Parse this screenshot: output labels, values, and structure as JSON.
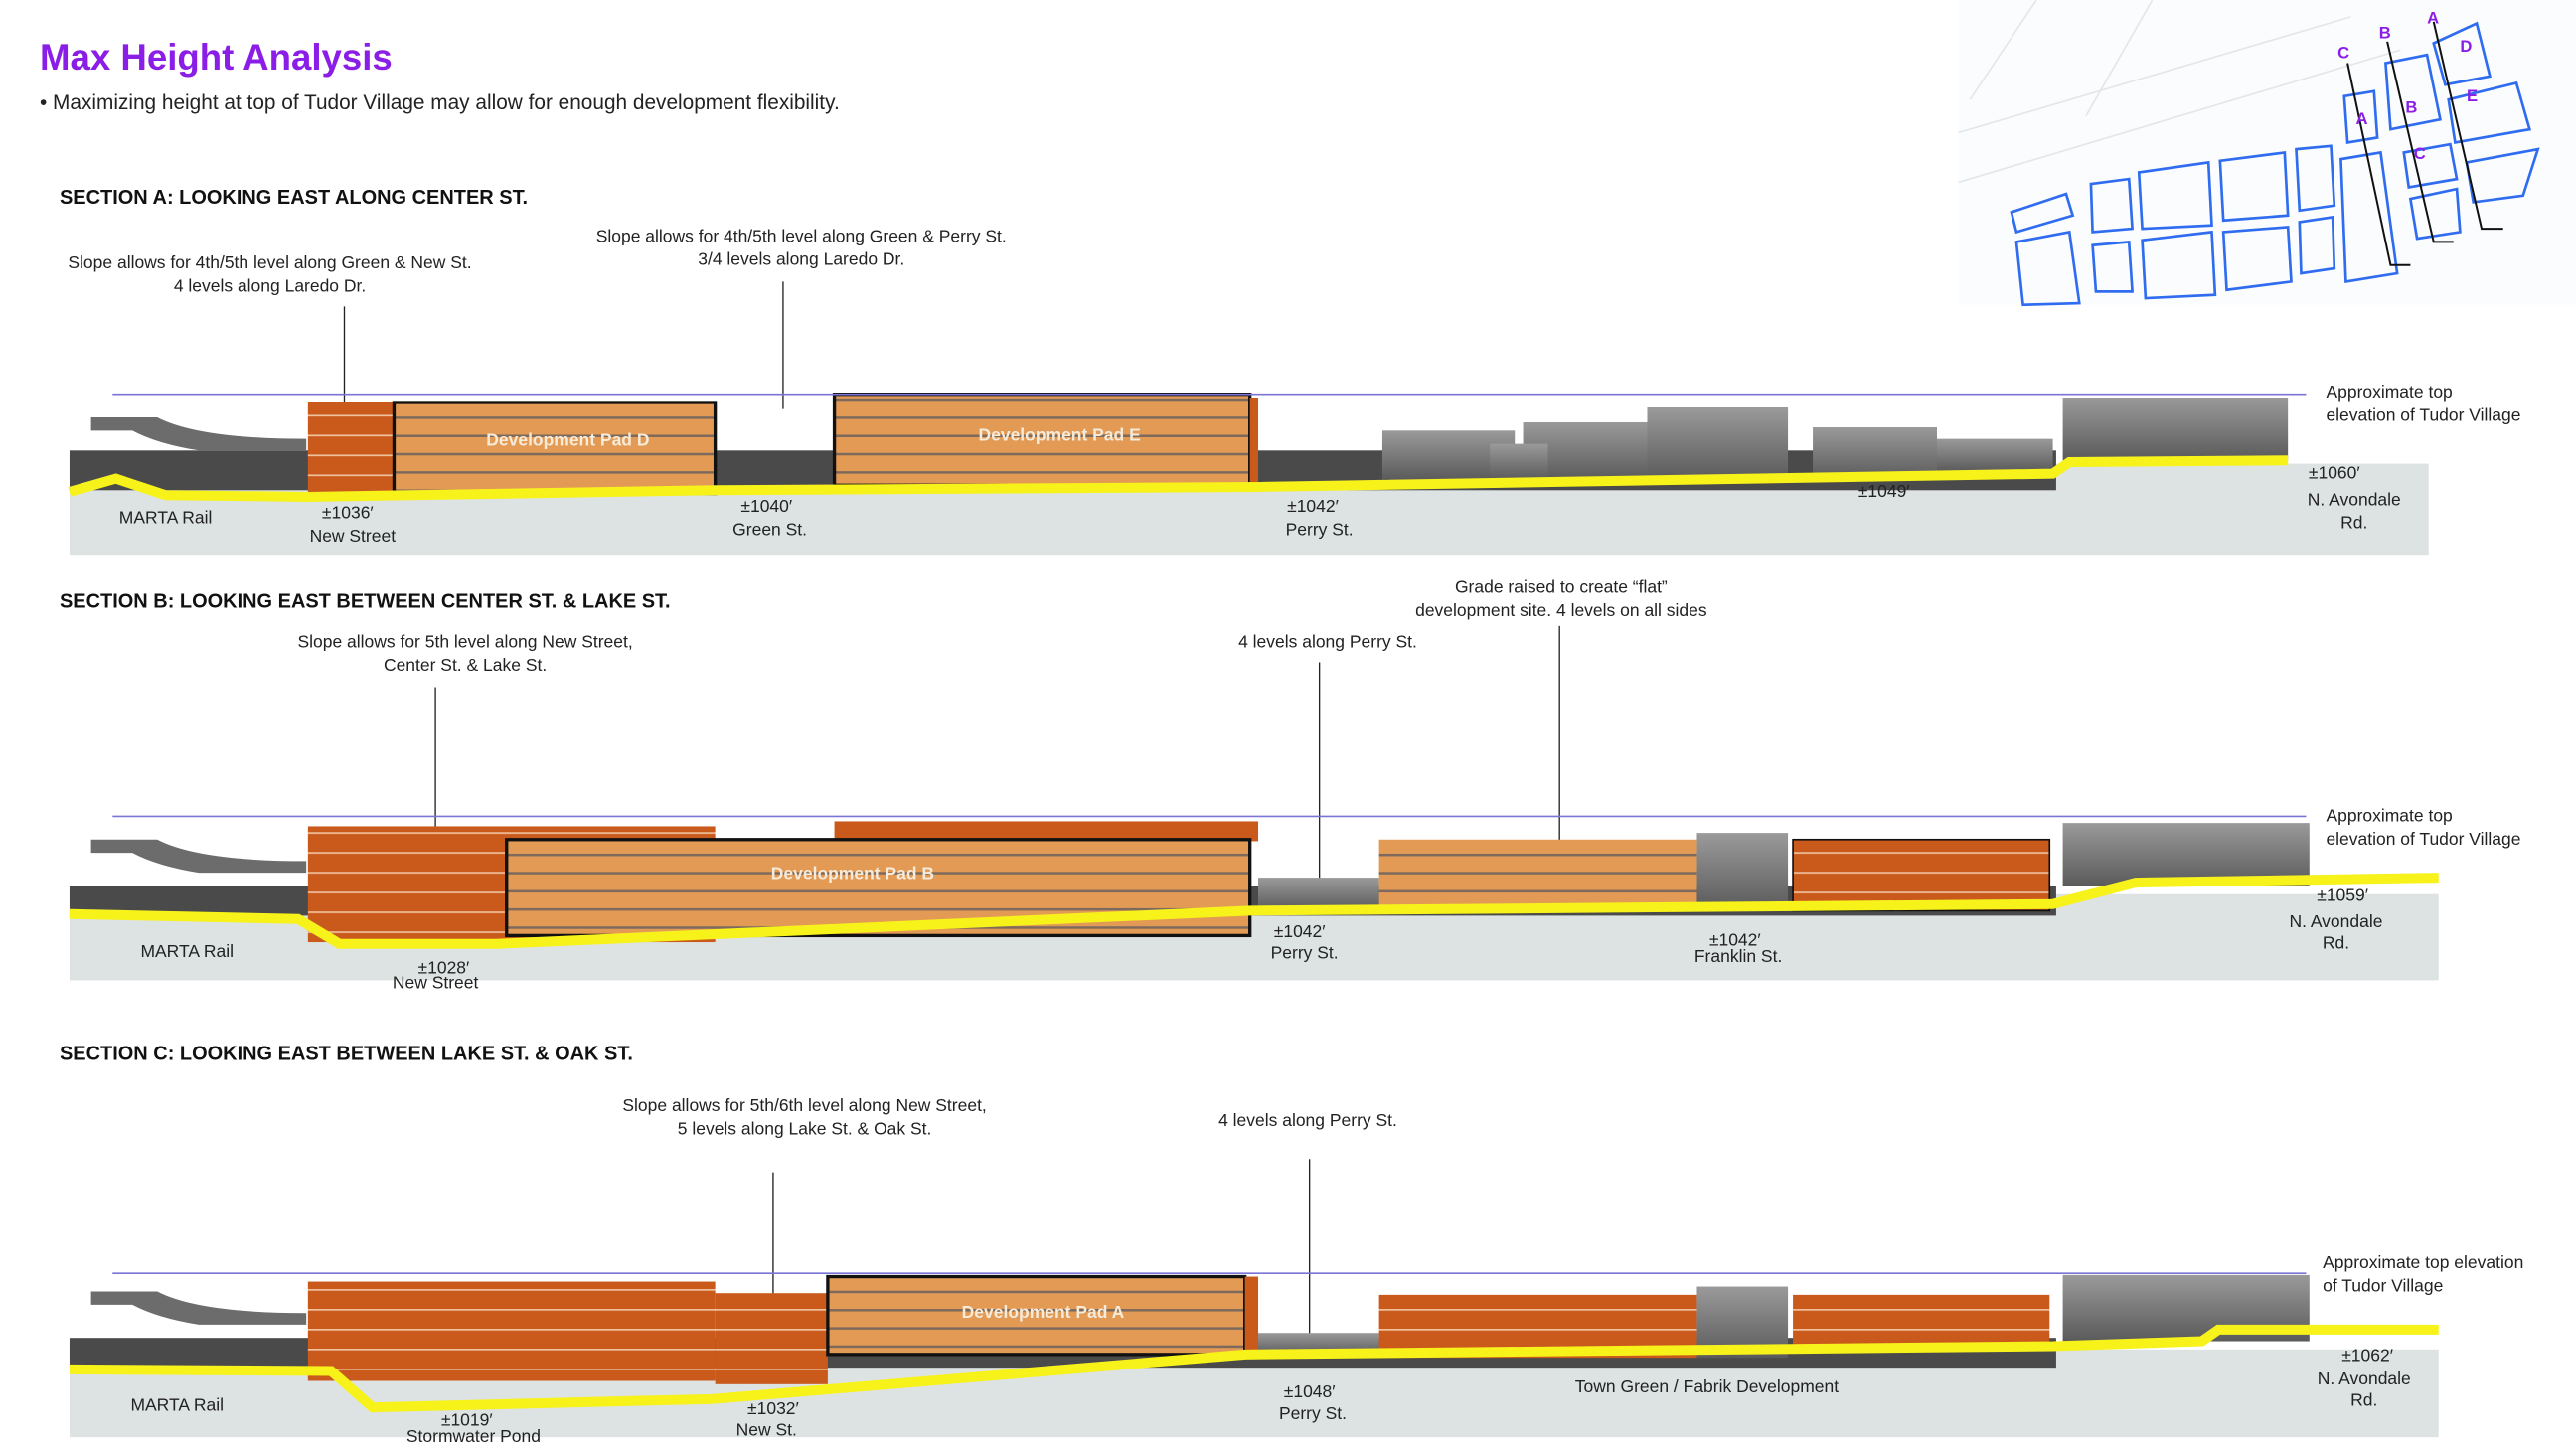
{
  "header": {
    "title": "Max Height Analysis",
    "bullet": "• Maximizing height at top of Tudor Village may allow for enough development flexibility."
  },
  "colors": {
    "title": "#8b1ee6",
    "grade_line": "#f7f21a",
    "top_line": "#7b74d6",
    "pad": "#e39a55",
    "building_dark": "#c95a1c",
    "ground": "#dde3e3"
  },
  "key_map": {
    "labels": [
      "A",
      "B",
      "C",
      "D",
      "E",
      "A",
      "B",
      "C"
    ]
  },
  "section_a": {
    "heading": "SECTION A: LOOKING EAST ALONG CENTER ST.",
    "note1": [
      "Slope allows for 4th/5th level along Green & New St.",
      "4 levels along Laredo Dr."
    ],
    "note2": [
      "Slope allows for 4th/5th level along Green & Perry St.",
      "3/4 levels along Laredo Dr."
    ],
    "pads": [
      "Development Pad D",
      "Development Pad E"
    ],
    "top_label": [
      "Approximate top",
      "elevation of Tudor Village"
    ],
    "labels": {
      "marta": "MARTA Rail",
      "new_elev": "±1036′",
      "new_name": "New Street",
      "green_elev": "±1040′",
      "green_name": "Green St.",
      "perry_elev": "±1042′",
      "perry_name": "Perry St.",
      "mid_elev": "±1049′",
      "avondale_elev": "±1060′",
      "avondale_name1": "N. Avondale",
      "avondale_name2": "Rd."
    }
  },
  "section_b": {
    "heading": "SECTION B: LOOKING EAST BETWEEN CENTER ST. & LAKE ST.",
    "note1": [
      "Slope allows for 5th level along New Street,",
      "Center St. & Lake St."
    ],
    "note2": "4 levels along Perry St.",
    "note3": [
      "Grade raised to create “flat”",
      "development site. 4 levels on all sides"
    ],
    "pads": [
      "Development Pad B"
    ],
    "top_label": [
      "Approximate top",
      "elevation of Tudor Village"
    ],
    "labels": {
      "marta": "MARTA Rail",
      "new_elev": "±1028′",
      "new_name": "New Street",
      "perry_elev": "±1042′",
      "perry_name": "Perry St.",
      "franklin_elev": "±1042′",
      "franklin_name": "Franklin St.",
      "avondale_elev": "±1059′",
      "avondale_name1": "N. Avondale",
      "avondale_name2": "Rd."
    }
  },
  "section_c": {
    "heading": "SECTION C: LOOKING EAST BETWEEN LAKE ST. & OAK ST.",
    "note1": [
      "Slope allows for 5th/6th level along New Street,",
      "5 levels along Lake St. & Oak St."
    ],
    "note2": "4 levels along Perry St.",
    "pads": [
      "Development Pad A"
    ],
    "top_label": [
      "Approximate top elevation",
      "of Tudor Village"
    ],
    "labels": {
      "marta": "MARTA Rail",
      "pond_elev": "±1019′",
      "pond_name": "Stormwater Pond",
      "new_elev": "±1032′",
      "new_name": "New St.",
      "perry_elev": "±1048′",
      "perry_name": "Perry St.",
      "town_green": "Town Green / Fabrik Development",
      "avondale_elev": "±1062′",
      "avondale_name1": "N. Avondale",
      "avondale_name2": "Rd."
    }
  }
}
